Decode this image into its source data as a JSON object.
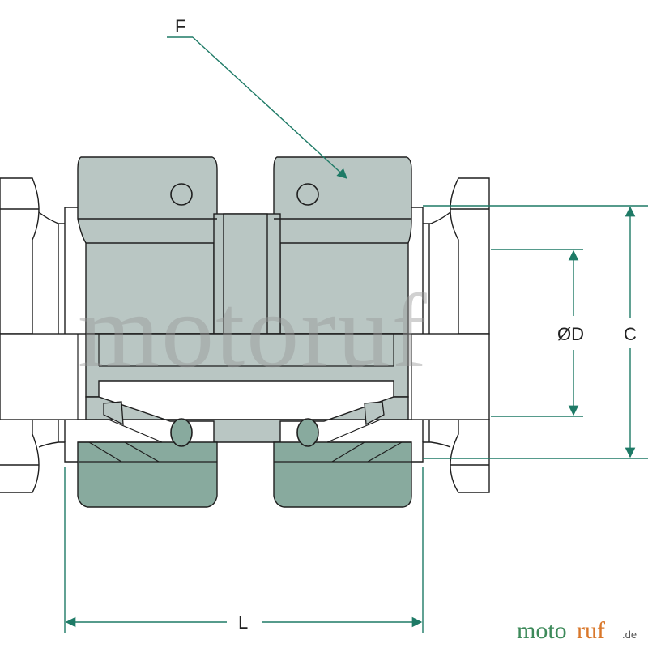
{
  "labels": {
    "nut_callout": "F",
    "inner_diameter": "ØD",
    "outer_dimension": "C",
    "length": "L"
  },
  "watermark": {
    "text": "motoruf"
  },
  "logo": {
    "part1": "moto",
    "part2": "ruf",
    "suffix": ".de"
  },
  "colors": {
    "nut_body": "#b9c6c3",
    "nut_lower": "#88aa9e",
    "outline": "#1f1f1f",
    "dimension_line": "#1e7a66",
    "brand_green": "#3d8a5a",
    "brand_orange": "#d9772a"
  }
}
